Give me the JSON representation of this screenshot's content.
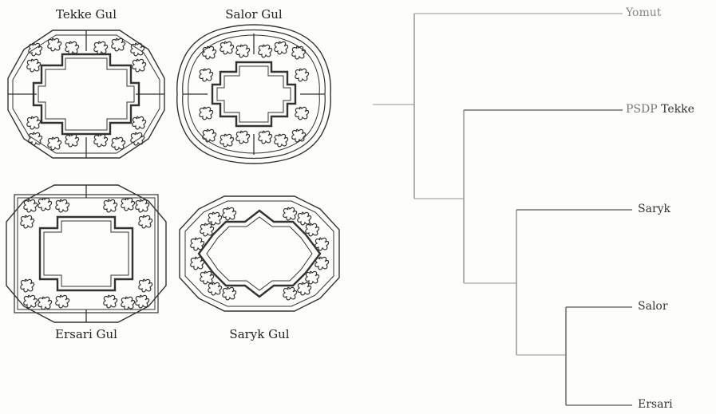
{
  "guls": {
    "tekke": "Tekke Gul",
    "salor": "Salor Gul",
    "ersari": "Ersari Gul",
    "saryk": "Saryk Gul"
  },
  "tree": {
    "leaves": {
      "yomut": "Yomut",
      "psdp": "PSDP",
      "tekke": "Tekke",
      "saryk": "Saryk",
      "salor": "Salor",
      "ersari": "Ersari"
    }
  }
}
